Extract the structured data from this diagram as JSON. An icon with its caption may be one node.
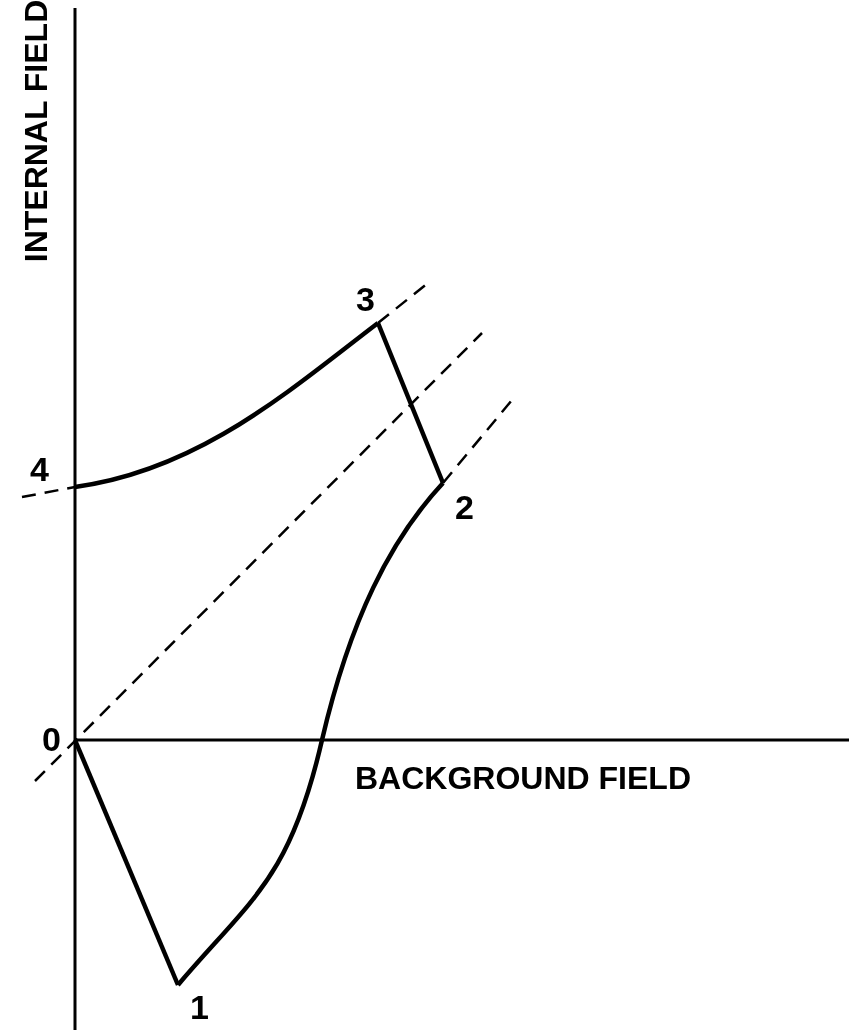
{
  "diagram": {
    "nodes": [
      {
        "text": [
          "0"
        ]
      },
      {
        "text": [
          "1"
        ]
      },
      {
        "text": [
          "2"
        ]
      },
      {
        "text": [
          "3"
        ]
      },
      {
        "text": [
          "4"
        ]
      }
    ],
    "edges": [
      {
        "from": 0,
        "to": 1,
        "arrow": "none"
      },
      {
        "from": 1,
        "to": 2,
        "arrow": "none"
      },
      {
        "from": 2,
        "to": 3,
        "arrow": "none"
      },
      {
        "from": 3,
        "to": 4,
        "arrow": "none"
      }
    ],
    "labels": [
      "INTERNAL FIELD",
      "BACKGROUND FIELD"
    ]
  }
}
